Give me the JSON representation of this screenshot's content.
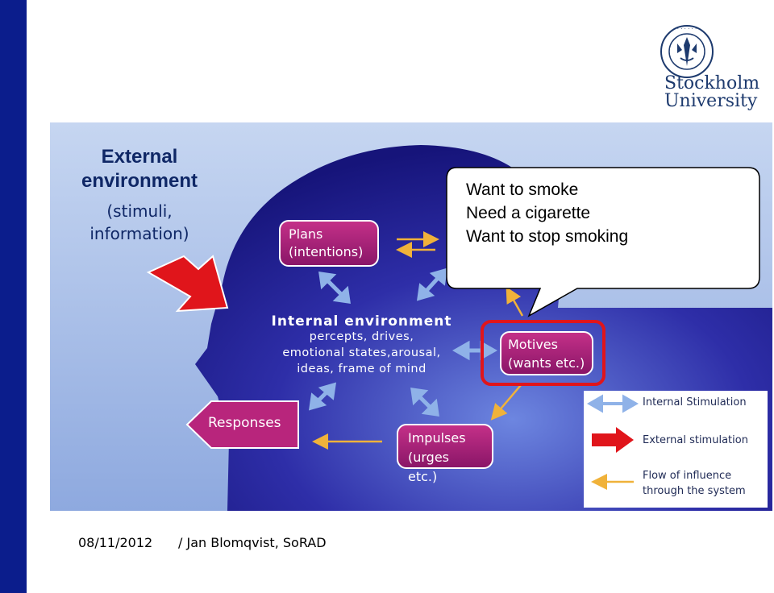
{
  "colors": {
    "left_bar": "#0b1d8c",
    "panel_sky": "#a9c1e8",
    "head_dark": "#16147a",
    "head_light": "#6d86e0",
    "node_fill": "#b8257c",
    "node_fill_dark": "#7a1060",
    "highlight": "#e0151b",
    "stimulation_arrow": "#e0151b",
    "influence_arrow": "#f0b23a",
    "internal_arrow": "#8fb2e8"
  },
  "logo": {
    "icon": "university-seal-icon",
    "line1": "Stockholm",
    "line2": "University"
  },
  "external": {
    "title_line1": "External",
    "title_line2": "environment",
    "sub_line1": "(stimuli,",
    "sub_line2": "information)"
  },
  "nodes": {
    "plans": {
      "line1": "Plans",
      "line2": "(intentions)"
    },
    "motives": {
      "line1": "Motives",
      "line2": "(wants etc.)"
    },
    "impulses": {
      "line1": "Impulses",
      "line2": "(urges etc.)"
    },
    "responses": {
      "label": "Responses"
    }
  },
  "internal": {
    "title": "Internal environment",
    "line1": "percepts, drives,",
    "line2": "emotional states,arousal,",
    "line3": "ideas, frame of mind"
  },
  "callout": {
    "line1": "Want to smoke",
    "line2": "Need a cigarette",
    "line3": "Want to stop smoking"
  },
  "legend": {
    "items": [
      {
        "icon": "double-arrow-icon",
        "label": "Internal Stimulation"
      },
      {
        "icon": "red-arrow-icon",
        "label": "External stimulation"
      },
      {
        "icon": "yellow-arrow-icon",
        "label_line1": "Flow of influence",
        "label_line2": "through the system"
      }
    ]
  },
  "footer": {
    "date": "08/11/2012",
    "author": "/ Jan Blomqvist, SoRAD"
  }
}
